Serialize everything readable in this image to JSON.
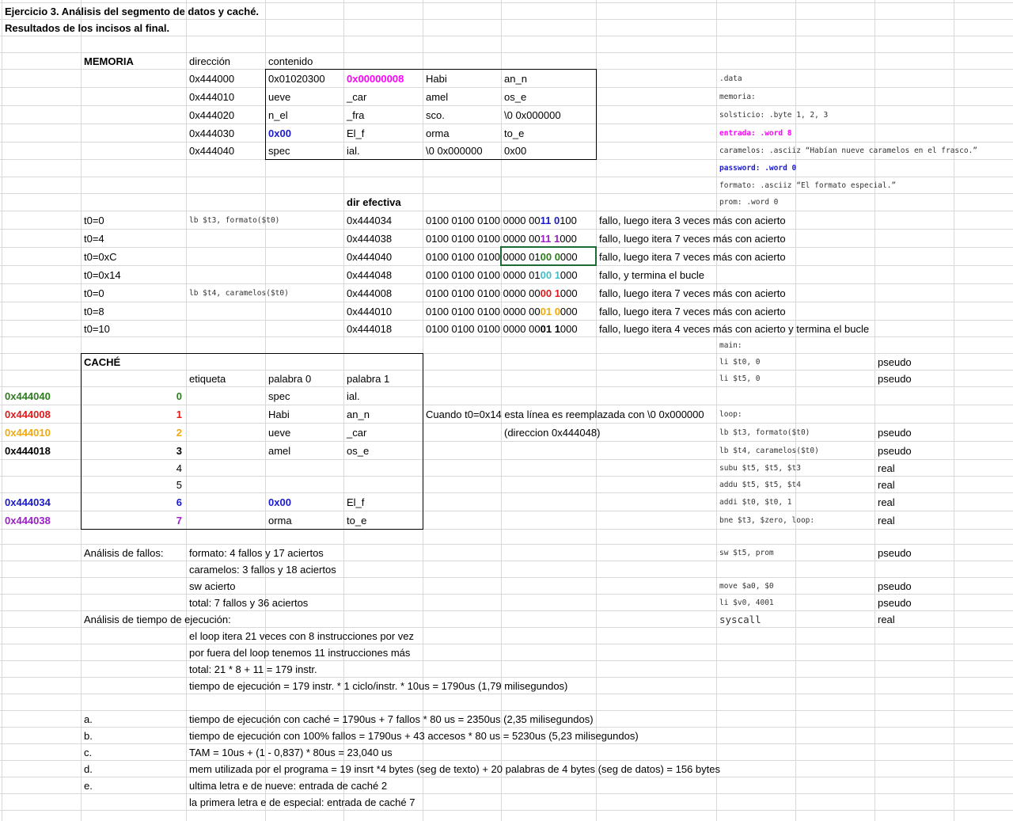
{
  "header": {
    "title": "Ejercicio 3. Análisis del segmento de datos y caché.",
    "subtitle": "Resultados de los incisos al final."
  },
  "memoria": {
    "label": "MEMORIA",
    "col_dir": "dirección",
    "col_contenido": "contenido",
    "rows": [
      {
        "addr": "0x444000",
        "c": [
          "0x01020300",
          "0x00000008",
          "Habi",
          "an_n"
        ]
      },
      {
        "addr": "0x444010",
        "c": [
          "ueve",
          "_car",
          "amel",
          "os_e"
        ]
      },
      {
        "addr": "0x444020",
        "c": [
          "n_el",
          "_fra",
          "sco.",
          "\\0 0x000000"
        ]
      },
      {
        "addr": "0x444030",
        "c": [
          "0x00",
          "El_f",
          "orma",
          "to_e"
        ]
      },
      {
        "addr": "0x444040",
        "c": [
          "spec",
          "ial.",
          "\\0 0x000000",
          "0x00"
        ]
      }
    ]
  },
  "code": {
    "data": ".data",
    "memoria": "memoria:",
    "solsticio": "solsticio: .byte 1, 2, 3",
    "entrada": "entrada: .word 8",
    "caramelos": "caramelos: .asciiz “Habían nueve caramelos en el frasco.”",
    "password": "password: .word 0",
    "formato": "formato: .asciiz “El formato especial.”",
    "prom": "prom:  .word 0",
    "main": "main:",
    "li_t0": "li $t0, 0",
    "li_t5": "li $t5, 0",
    "loop": "loop:",
    "lb_t3": "lb $t3, formato($t0)",
    "lb_t4": "lb $t4, caramelos($t0)",
    "subu": "subu $t5, $t5, $t3",
    "addu": "addu $t5, $t5, $t4",
    "addi": "addi $t0, $t0, 1",
    "bne": "bne $t3, $zero, loop:",
    "sw": "sw $t5, prom",
    "move": "move $a0, $0",
    "li_v0": "li $v0, 4001",
    "syscall": "syscall"
  },
  "instr_types": {
    "li_t0": "pseudo",
    "li_t5": "pseudo",
    "lb_t3": "pseudo",
    "lb_t4": "pseudo",
    "subu": "real",
    "addu": "real",
    "addi": "real",
    "bne": "real",
    "sw": "pseudo",
    "move": "pseudo",
    "li_v0": "pseudo",
    "syscall": "real"
  },
  "accesos": {
    "dir_efectiva_label": "dir efectiva",
    "instr_formato": "lb $t3, formato($t0)",
    "instr_caramelos": "lb $t4, caramelos($t0)",
    "rows": [
      {
        "t0": "t0=0",
        "addr": "0x444034",
        "pre": "0100 0100 0100 0000 00",
        "hi1": "11",
        "mid": " ",
        "hi2": "0",
        "post": "100",
        "c1": "#1a1acc",
        "c2": "#1a1acc",
        "desc": "fallo, luego itera 3 veces más con acierto"
      },
      {
        "t0": "t0=4",
        "addr": "0x444038",
        "pre": "0100 0100 0100 0000 00",
        "hi1": "11",
        "mid": " ",
        "hi2": "1",
        "post": "000",
        "c1": "#9b1fc9",
        "c2": "#9b1fc9",
        "desc": "fallo, luego itera 7 veces más con acierto"
      },
      {
        "t0": "t0=0xC",
        "addr": "0x444040",
        "pre": "0100 0100 0100 0000 01",
        "hi1": "00",
        "mid": " ",
        "hi2": "0",
        "post": "000",
        "c1": "#2e7d1f",
        "c2": "#2e7d1f",
        "desc": "fallo, luego itera 7 veces más con acierto"
      },
      {
        "t0": "t0=0x14",
        "addr": "0x444048",
        "pre": "0100 0100 0100 0000 01",
        "hi1": "00",
        "mid": " ",
        "hi2": "1",
        "post": "000",
        "c1": "#46bdc6",
        "c2": "#46bdc6",
        "desc": "fallo, y termina el bucle"
      },
      {
        "t0": "t0=0",
        "addr": "0x444008",
        "pre": "0100 0100 0100 0000 00",
        "hi1": "00",
        "mid": " ",
        "hi2": "1",
        "post": "000",
        "c1": "#e01b1b",
        "c2": "#e01b1b",
        "desc": "fallo, luego itera 7 veces más con acierto"
      },
      {
        "t0": "t0=8",
        "addr": "0x444010",
        "pre": "0100 0100 0100 0000 00",
        "hi1": "01",
        "mid": " ",
        "hi2": "0",
        "post": "000",
        "c1": "#f1a90d",
        "c2": "#f1a90d",
        "desc": "fallo, luego itera 7 veces más con acierto"
      },
      {
        "t0": "t0=10",
        "addr": "0x444018",
        "pre": "0100 0100 0100 0000 00",
        "hi1": "01",
        "mid": " ",
        "hi2": "1",
        "post": "000",
        "c1": "#000000",
        "c2": "#000000",
        "desc": "fallo, luego itera 4 veces más con acierto y termina el bucle"
      }
    ]
  },
  "cache": {
    "label": "CACHÉ",
    "col_etiqueta": "etiqueta",
    "col_p0": "palabra 0",
    "col_p1": "palabra 1",
    "rows": [
      {
        "addr": "0x444040",
        "idx": "0",
        "p0": "spec",
        "p1": "ial.",
        "color": "#2e7d1f"
      },
      {
        "addr": "0x444008",
        "idx": "1",
        "p0": "Habi",
        "p1": "an_n",
        "color": "#e01b1b"
      },
      {
        "addr": "0x444010",
        "idx": "2",
        "p0": "ueve",
        "p1": "_car",
        "color": "#f1a90d"
      },
      {
        "addr": "0x444018",
        "idx": "3",
        "p0": "amel",
        "p1": "os_e",
        "color": "#000000"
      },
      {
        "addr": "",
        "idx": "4",
        "p0": "",
        "p1": "",
        "color": "#000000"
      },
      {
        "addr": "",
        "idx": "5",
        "p0": "",
        "p1": "",
        "color": "#000000"
      },
      {
        "addr": "0x444034",
        "idx": "6",
        "p0": "0x00",
        "p1": "El_f",
        "color": "#1a1acc"
      },
      {
        "addr": "0x444038",
        "idx": "7",
        "p0": "orma",
        "p1": "to_e",
        "color": "#9b1fc9"
      }
    ],
    "note1": "Cuando t0=0x14 esta línea es reemplazada con \\0 0x000000",
    "note2": "(direccion 0x444048)"
  },
  "analisis": {
    "fallos_label": "Análisis de fallos:",
    "fallos": [
      "formato: 4 fallos y 17 aciertos",
      "caramelos: 3 fallos y 18 aciertos",
      "sw acierto",
      "total: 7 fallos y 36 aciertos"
    ],
    "tiempo_label": "Análisis de tiempo de ejecución:",
    "tiempo": [
      "el loop itera 21 veces con 8 instrucciones por vez",
      "por fuera del loop tenemos 11 instrucciones más",
      "total:  21 * 8 + 11 = 179 instr.",
      "tiempo de ejecución = 179 instr. * 1 ciclo/instr. * 10us = 1790us (1,79 milisegundos)"
    ]
  },
  "incisos": [
    {
      "label": "a.",
      "text": "tiempo de ejecución con caché = 1790us + 7 fallos * 80 us = 2350us (2,35 milisegundos)"
    },
    {
      "label": "b.",
      "text": "tiempo de ejecución con 100% fallos = 1790us + 43 accesos * 80 us = 5230us (5,23 milisegundos)"
    },
    {
      "label": "c.",
      "text": "TAM = 10us + (1 - 0,837) * 80us = 23,040 us"
    },
    {
      "label": "d.",
      "text": "mem utilizada por el programa = 19 insrt *4 bytes (seg de texto) + 20 palabras de 4 bytes (seg de datos) = 156 bytes"
    },
    {
      "label": "e.",
      "text": "ultima letra e de nueve: entrada de caché 2"
    },
    {
      "label": "",
      "text": "la primera letra e de especial: entrada de caché 7"
    }
  ],
  "colors": {
    "magenta": "#ff00ff",
    "blue": "#1a1acc",
    "grid": "#d9d9d9",
    "selection": "#1e6b35"
  }
}
